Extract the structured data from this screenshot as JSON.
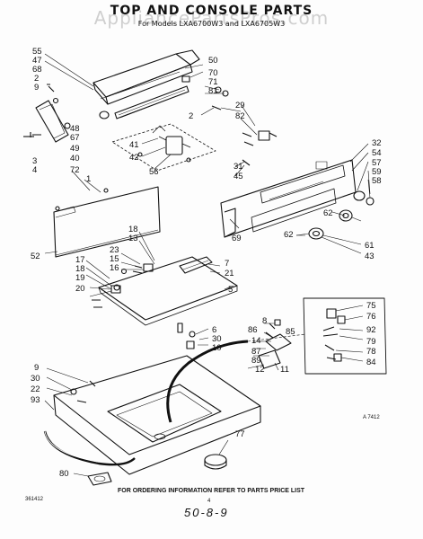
{
  "watermark": "AppliancePartsPros.com",
  "header": {
    "title": "TOP AND CONSOLE PARTS",
    "subtitle": "For Models LXA6700W3 and LXA6705W3"
  },
  "footer": {
    "note": "FOR ORDERING INFORMATION REFER TO PARTS PRICE LIST",
    "doc_code": "361412",
    "handwritten": "50-8-9",
    "page_mark": "4",
    "figure_code": "A 7412"
  },
  "callouts": {
    "c55": "55",
    "c47": "47",
    "c68": "68",
    "c2a": "2",
    "c9a": "9",
    "c48": "48",
    "c67": "67",
    "c49": "49",
    "c40": "40",
    "c3": "3",
    "c4": "4",
    "c50": "50",
    "c70": "70",
    "c71": "71",
    "c81": "81",
    "c29": "29",
    "c82": "82",
    "c2b": "2",
    "c41": "41",
    "c42": "42",
    "c56": "56",
    "c31": "31",
    "c45": "45",
    "c72": "72",
    "c1": "1",
    "c52": "52",
    "c32": "32",
    "c54": "54",
    "c57": "57",
    "c59": "59",
    "c58": "58",
    "c62a": "62",
    "c62b": "62",
    "c61": "61",
    "c43": "43",
    "c69": "69",
    "c18a": "18",
    "c13": "13",
    "c23": "23",
    "c15": "15",
    "c16": "16",
    "c17": "17",
    "c18b": "18",
    "c19": "19",
    "c20": "20",
    "c7": "7",
    "c21": "21",
    "c5": "5",
    "c6": "6",
    "c30a": "30",
    "c10": "10",
    "c8": "8",
    "c86": "86",
    "c85": "85",
    "c14": "14",
    "c87": "87",
    "c89": "89",
    "c12": "12",
    "c11": "11",
    "c75": "75",
    "c76": "76",
    "c92": "92",
    "c79": "79",
    "c78": "78",
    "c84": "84",
    "c9b": "9",
    "c30b": "30",
    "c22": "22",
    "c93": "93",
    "c77": "77",
    "c80": "80"
  }
}
